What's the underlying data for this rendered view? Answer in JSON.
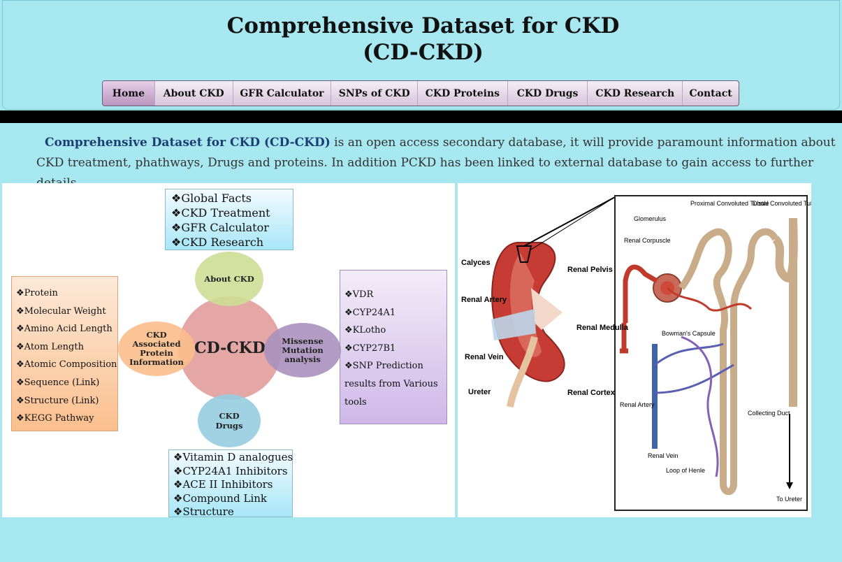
{
  "header": {
    "title_line1": "Comprehensive Dataset for CKD",
    "title_line2": "(CD-CKD)"
  },
  "nav": {
    "items": [
      {
        "label": "Home",
        "active": true
      },
      {
        "label": "About CKD"
      },
      {
        "label": "GFR Calculator"
      },
      {
        "label": "SNPs of CKD"
      },
      {
        "label": "CKD Proteins"
      },
      {
        "label": "CKD Drugs"
      },
      {
        "label": "CKD Research"
      },
      {
        "label": "Contact"
      }
    ]
  },
  "intro": {
    "bold": "Comprehensive Dataset for CKD (CD-CKD)",
    "text": " is an open access secondary database, it will provide paramount information about CKD treatment, phathways, Drugs and proteins. In addition PCKD has been linked to external database to gain access to further details."
  },
  "diagram": {
    "top_items": [
      "Global Facts",
      "CKD Treatment",
      "GFR Calculator",
      "CKD Research"
    ],
    "left_items": [
      "Protein",
      "Molecular Weight",
      "Amino Acid Length",
      "Atom Length",
      "Atomic Composition",
      "Sequence (Link)",
      "Structure (Link)",
      "KEGG Pathway"
    ],
    "right_items": [
      "VDR",
      "CYP24A1",
      "KLotho",
      "CYP27B1",
      "SNP Prediction results from Various tools"
    ],
    "bottom_items": [
      "Vitamin D analogues",
      "CYP24A1 Inhibitors",
      "ACE II Inhibitors",
      "Compound Link",
      "Structure"
    ],
    "center": "CD-CKD",
    "about": "About CKD",
    "left_circle": "CKD Associated Protein Information",
    "right_circle": "Missense Mutation analysis",
    "bottom_circle": "CKD Drugs",
    "bullet": "❖"
  },
  "kidney": {
    "labels": {
      "calyces": "Calyces",
      "renal_pelvis": "Renal Pelvis",
      "renal_artery": "Renal Artery",
      "renal_medulla": "Renal Medulla",
      "renal_vein": "Renal Vein",
      "ureter": "Ureter",
      "renal_cortex": "Renal Cortex",
      "glomerulus": "Glomerulus",
      "renal_corpuscle": "Renal Corpuscle",
      "proximal": "Proximal Convoluted Tubule",
      "distal": "Distal Convoluted Tubule",
      "bowmans": "Bowman's Capsule",
      "nephron_artery": "Renal Artery",
      "nephron_vein": "Renal Vein",
      "collecting_duct": "Collecting Duct",
      "loop": "Loop of Henle",
      "to_ureter": "To Ureter"
    }
  }
}
